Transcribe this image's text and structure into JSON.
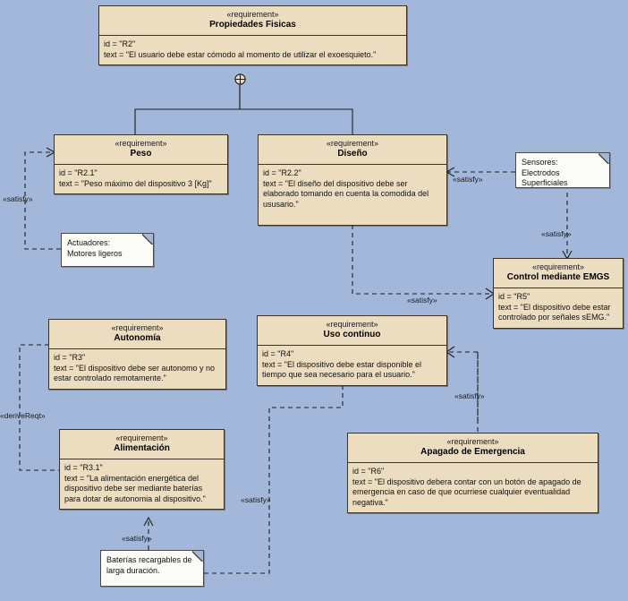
{
  "diagram": {
    "type": "sysml-requirement-diagram",
    "background_color": "#a3b7da",
    "block_fill": "#ecdcc0",
    "note_fill": "#fbfbf8",
    "line_color": "#1d1d1d"
  },
  "requirements": [
    {
      "id": "r2",
      "stereotype": "«requirement»",
      "name": "Propiedades Fisicas",
      "attr_id": "id = \"R2\"",
      "attr_text": "text = \"El usuario debe estar cómodo al momento de utilizar el exoesquieto.\""
    },
    {
      "id": "r2_1",
      "stereotype": "«requirement»",
      "name": "Peso",
      "attr_id": "id = \"R2.1\"",
      "attr_text": "text = \"Peso máximo del dispositivo 3 [Kg]\""
    },
    {
      "id": "r2_2",
      "stereotype": "«requirement»",
      "name": "Diseño",
      "attr_id": "id = \"R2.2\"",
      "attr_text": "text = \"El diseño del dispositivo debe ser elaborado tomando en cuenta la comodida del ususario.\""
    },
    {
      "id": "r5",
      "stereotype": "«requirement»",
      "name": "Control mediante EMGS",
      "attr_id": "id = \"R5\"",
      "attr_text": "text = \"El dispositivo debe estar controlado por señales sEMG.\""
    },
    {
      "id": "r3",
      "stereotype": "«requirement»",
      "name": "Autonomía",
      "attr_id": "id = \"R3\"",
      "attr_text": "text = \"El dispositivo debe ser autonomo y no estar controlado remotamente.\""
    },
    {
      "id": "r4",
      "stereotype": "«requirement»",
      "name": "Uso continuo",
      "attr_id": "id = \"R4\"",
      "attr_text": "text = \"El dispositivo debe estar disponible el tiempo que sea necesario para el usuario.\""
    },
    {
      "id": "r3_1",
      "stereotype": "«requirement»",
      "name": "Alimentación",
      "attr_id": "id = \"R3.1\"",
      "attr_text": "text = \"La alimentación energética del dispositivo debe ser mediante baterías para dotar de autonomia al dispositivo.\""
    },
    {
      "id": "r6",
      "stereotype": "«requirement»",
      "name": "Apagado de Emergencia",
      "attr_id": "id = \"R6\"",
      "attr_text": "text = \"El dispositivo debera contar con un botón de apagado de emergencia en caso de que ocurriese cualquier eventualidad negativa.\""
    }
  ],
  "notes": [
    {
      "id": "note_sensores",
      "text": "Sensores:\nElectrodos Superficiales"
    },
    {
      "id": "note_actuadores",
      "text": "Actuadores:\nMotores ligeros"
    },
    {
      "id": "note_baterias",
      "text": "Baterías recargables de\nlarga duración."
    }
  ],
  "edge_labels": [
    {
      "id": "satisfy_peso",
      "text": "«satisfy»"
    },
    {
      "id": "satisfy_diseno",
      "text": "«satisfy»"
    },
    {
      "id": "satisfy_sensores",
      "text": "«satisfy»"
    },
    {
      "id": "satisfy_emgs_diseno",
      "text": "«satisfy»"
    },
    {
      "id": "satisfy_emgs_uso",
      "text": "«satisfy»"
    },
    {
      "id": "satisfy_alimentacion",
      "text": "«satisfy»"
    },
    {
      "id": "satisfy_baterias",
      "text": "«satisfy»"
    },
    {
      "id": "derive_reqt",
      "text": "«deriveReqt»"
    }
  ]
}
